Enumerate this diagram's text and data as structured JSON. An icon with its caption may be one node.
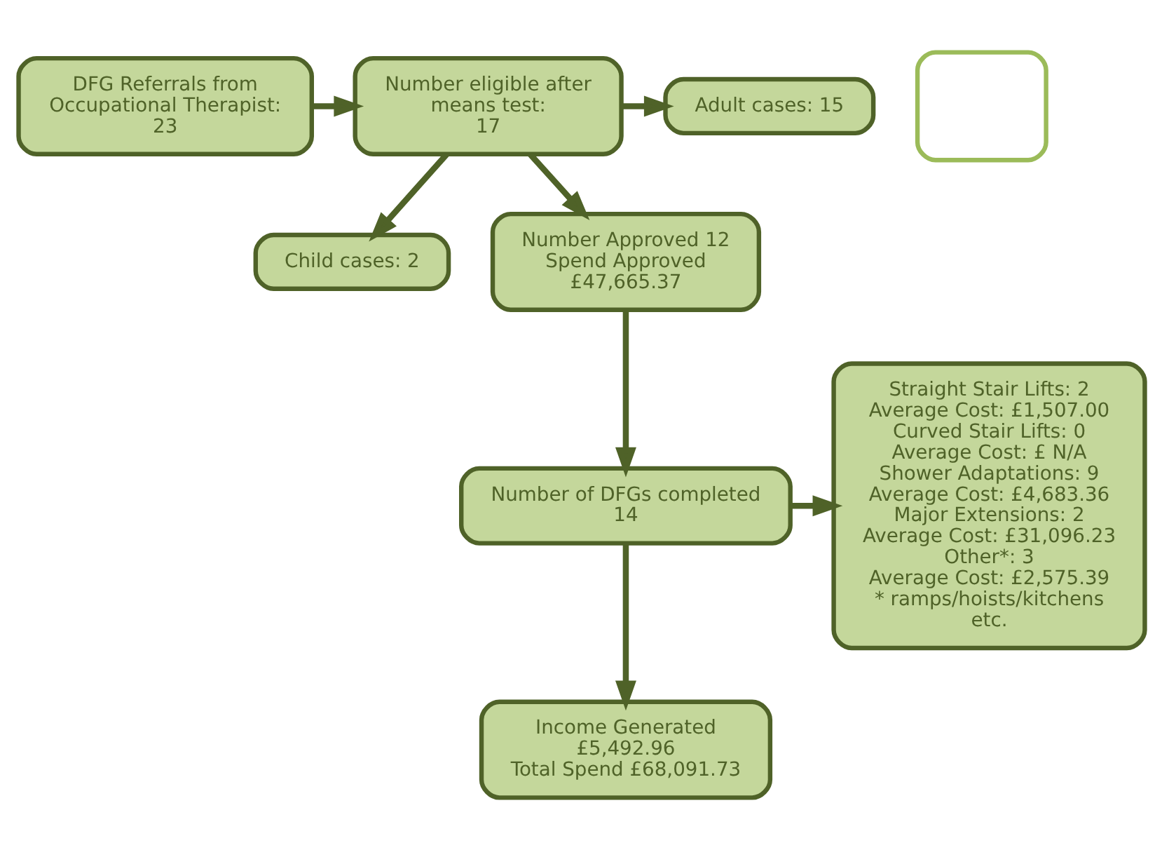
{
  "diagram": {
    "nodes": [
      {
        "text": [
          "DFG Referrals from Occupational Therapist:",
          "23"
        ]
      },
      {
        "text": [
          "Number eligible after means test:",
          "17"
        ]
      },
      {
        "text": [
          "Adult cases: 15"
        ]
      },
      {
        "text": [
          "Child cases: 2"
        ]
      },
      {
        "text": [],
        "shape": "box"
      },
      {
        "text": [
          "Number Approved 12",
          "Spend Approved £47,665.37"
        ]
      },
      {
        "text": [
          "Number of DFGs completed",
          "14"
        ]
      },
      {
        "text": [
          "Income Generated £5,492.96",
          "Total Spend £68,091.73"
        ]
      },
      {
        "text": [
          "Straight Stair Lifts: 2",
          "Average Cost: £1,507.00",
          "Curved Stair Lifts: 0",
          "Average Cost: £ N/A",
          "Shower Adaptations: 9",
          "Average Cost: £4,683.36",
          "Major Extensions: 2",
          "Average Cost: £31,096.23",
          "Other*: 3",
          "Average Cost: £2,575.39",
          "* ramps/hoists/kitchens etc."
        ]
      }
    ],
    "edges": [
      {
        "from": 0,
        "to": 1,
        "arrow": "to"
      },
      {
        "from": 1,
        "to": 2,
        "arrow": "to"
      },
      {
        "from": 1,
        "to": 3,
        "arrow": "to"
      },
      {
        "from": 1,
        "to": 5,
        "arrow": "to"
      },
      {
        "from": 5,
        "to": 6,
        "arrow": "to"
      },
      {
        "from": 6,
        "to": 7,
        "arrow": "to"
      },
      {
        "from": 6,
        "to": 8,
        "arrow": "to"
      }
    ]
  }
}
